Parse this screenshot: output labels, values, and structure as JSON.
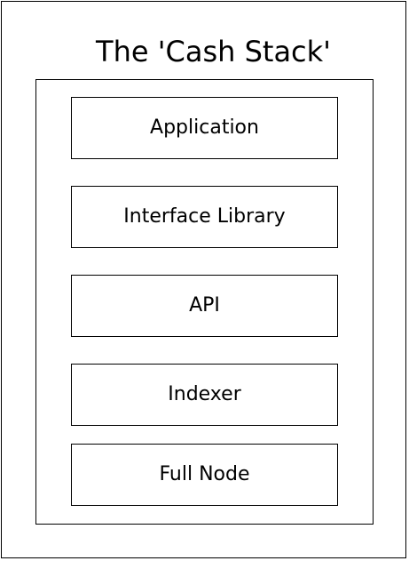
{
  "diagram": {
    "title": "The 'Cash Stack'",
    "layers": [
      {
        "label": "Application"
      },
      {
        "label": "Interface Library"
      },
      {
        "label": "API"
      },
      {
        "label": "Indexer"
      },
      {
        "label": "Full Node"
      }
    ]
  }
}
